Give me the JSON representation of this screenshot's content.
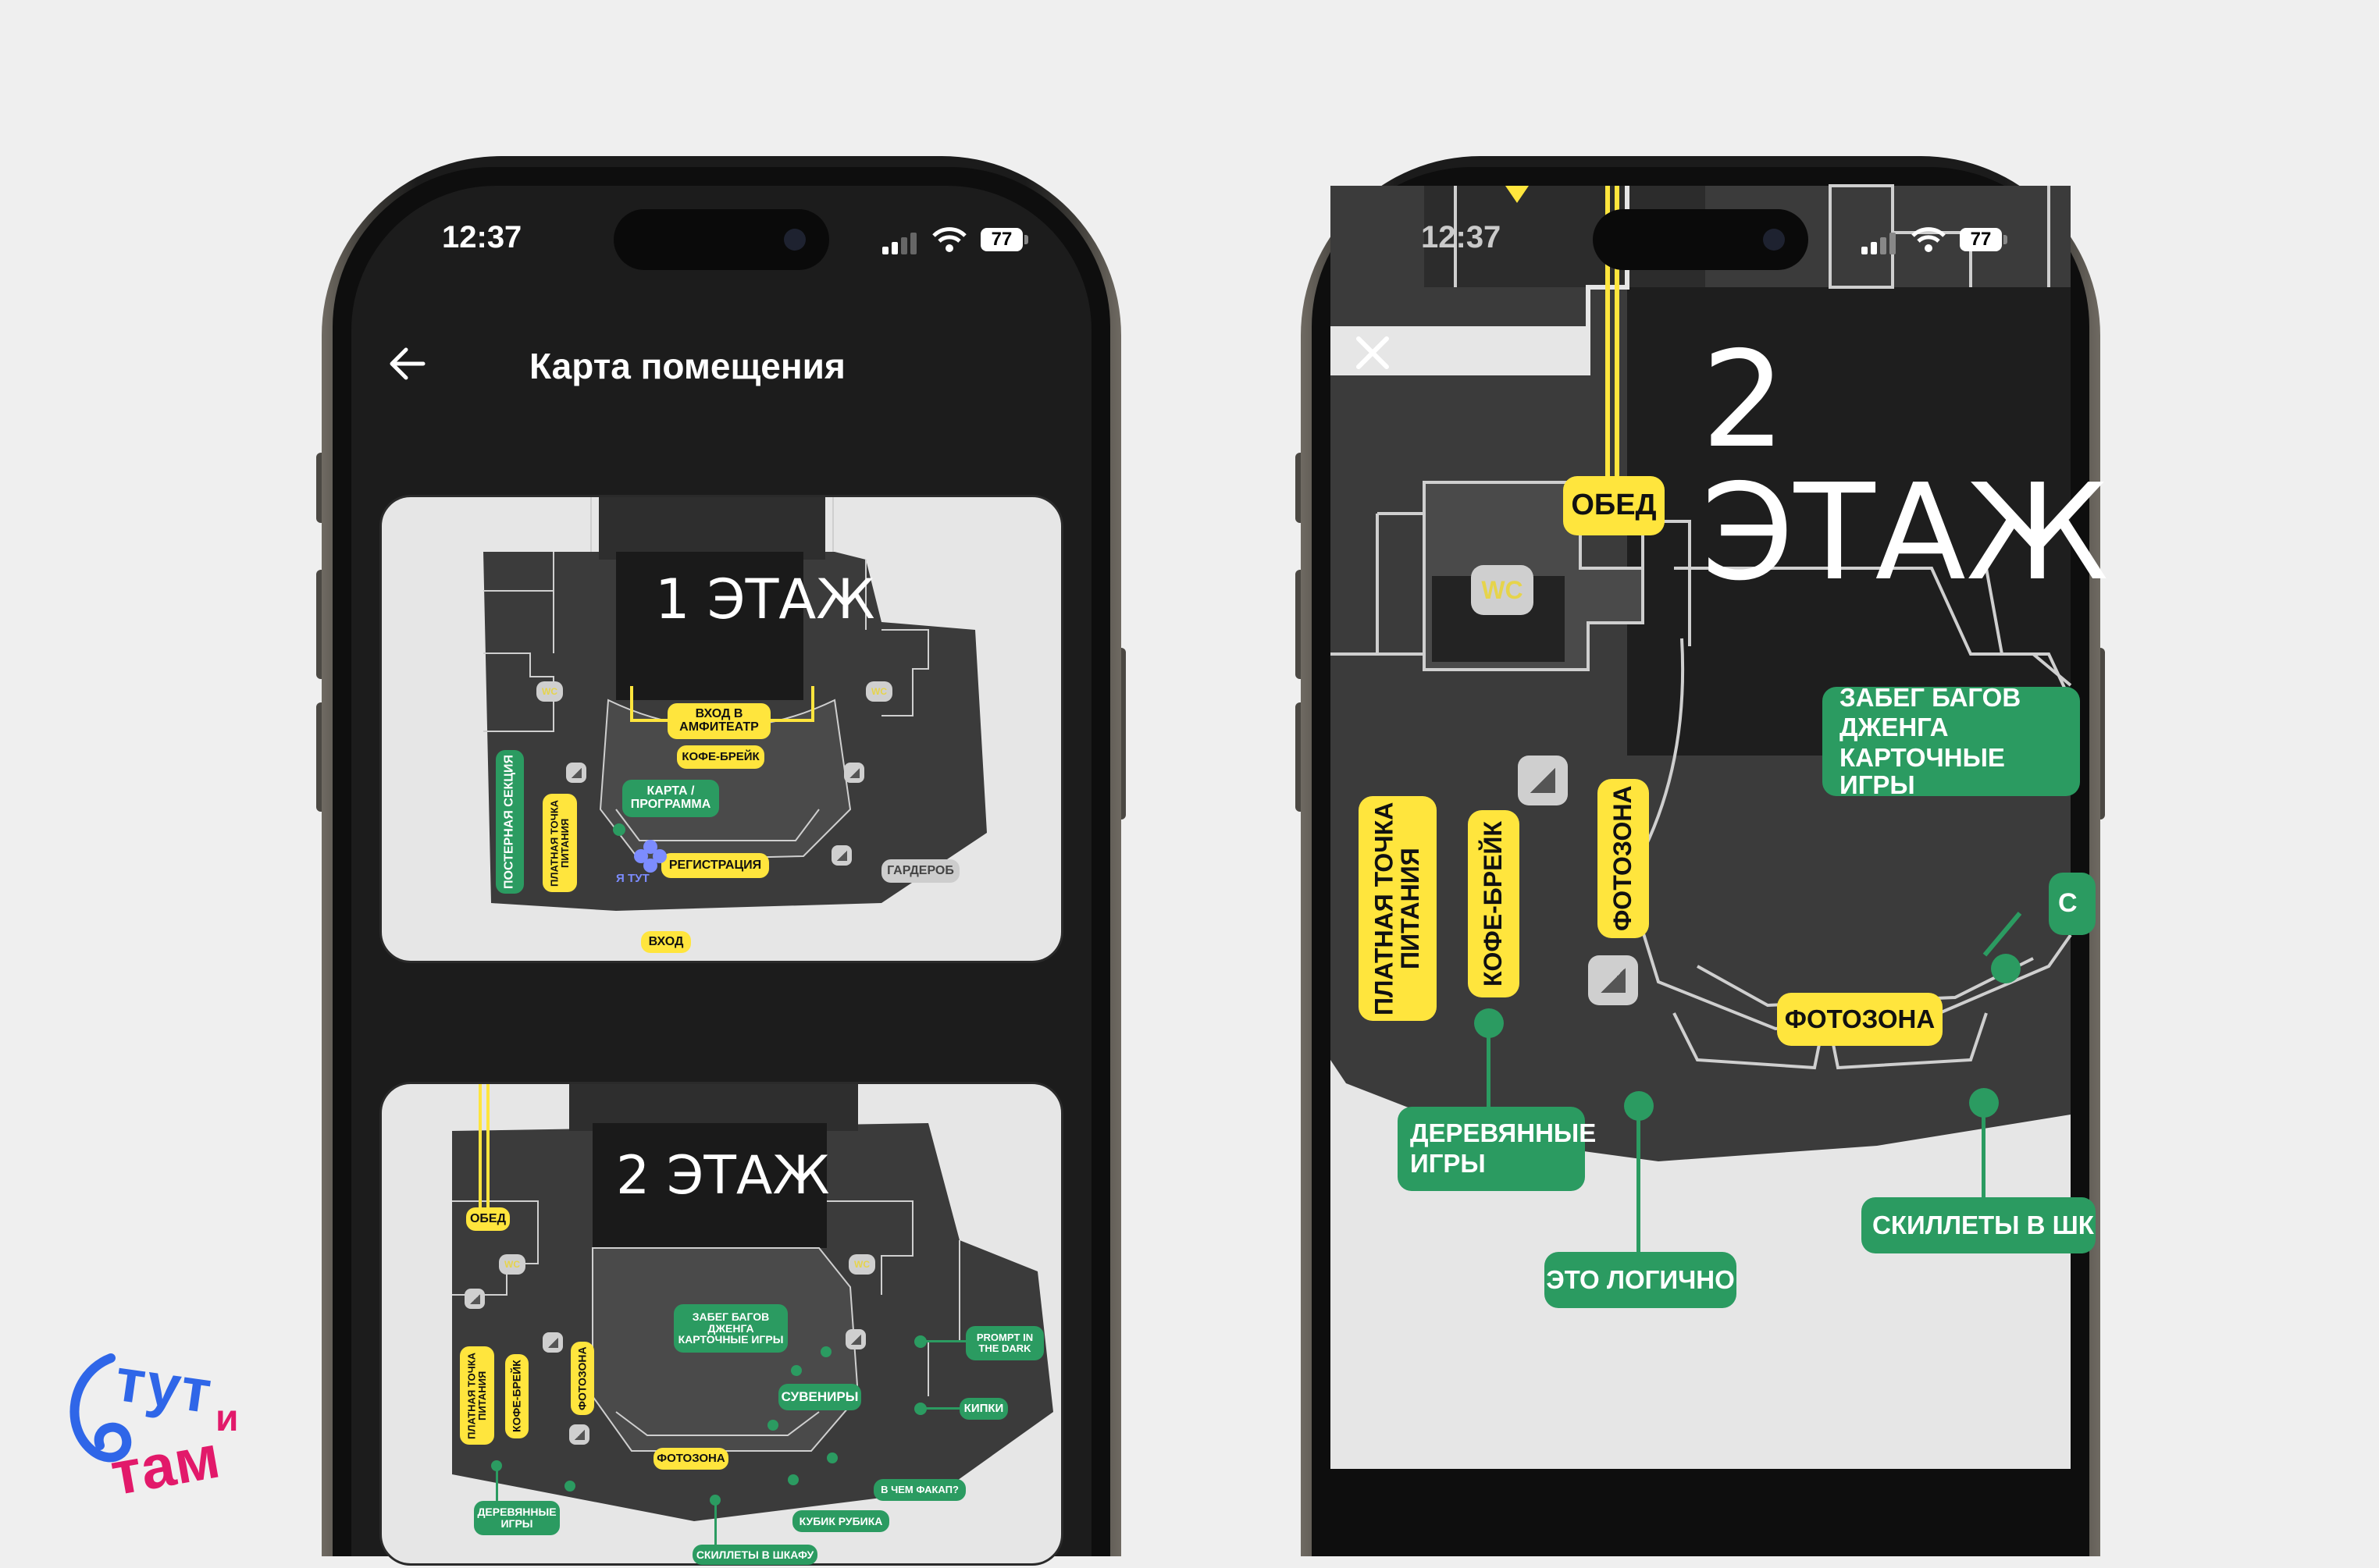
{
  "brand": {
    "line1": "тут",
    "conj": "и",
    "line2": "там",
    "colors": {
      "blue": "#2f66e8",
      "pink": "#e2196a"
    }
  },
  "status": {
    "time": "12:37",
    "battery": "77"
  },
  "left_phone": {
    "header": {
      "title": "Карта помещения"
    },
    "floor1": {
      "title": "1 ЭТАЖ",
      "labels": {
        "amphi": "ВХОД В АМФИТЕАТР",
        "coffee": "КОФЕ-БРЕЙК",
        "map_program": "КАРТА / ПРОГРАММА",
        "registration": "РЕГИСТРАЦИЯ",
        "wardrobe": "ГАРДЕРОБ",
        "entrance": "ВХОД",
        "poster": "ПОСТЕРНАЯ СЕКЦИЯ",
        "paid_food": "ПЛАТНАЯ ТОЧКА ПИТАНИЯ",
        "you_here": "Я ТУТ"
      }
    },
    "floor2": {
      "title": "2 ЭТАЖ",
      "labels": {
        "lunch": "ОБЕД",
        "bugs": "ЗАБЕГ БАГОВ ДЖЕНГА КАРТОЧНЫЕ ИГРЫ",
        "prompt": "PROMPT IN THE DARK",
        "souvenirs": "СУВЕНИРЫ",
        "kipki": "КИПКИ",
        "photozone": "ФОТОЗОНА",
        "whats_fuckup": "В ЧЕМ ФАКАП?",
        "rubik": "КУБИК РУБИКА",
        "wooden": "ДЕРЕВЯННЫЕ ИГРЫ",
        "skillets": "СКИЛЛЕТЫ В ШКАФУ",
        "paid_food": "ПЛАТНАЯ ТОЧКА ПИТАНИЯ",
        "coffee": "КОФЕ-БРЕЙК",
        "photozone_v": "ФОТОЗОНА"
      }
    }
  },
  "right_phone": {
    "floor_title": "2 ЭТАЖ",
    "labels": {
      "lunch": "ОБЕД",
      "wc": "WC",
      "bugs_line1": "ЗАБЕГ БАГОВ",
      "bugs_line2": "ДЖЕНГА",
      "bugs_line3": "КАРТОЧНЫЕ ИГРЫ",
      "paid_food": "ПЛАТНАЯ ТОЧКА ПИТАНИЯ",
      "coffee": "КОФЕ-БРЕЙК",
      "photozone_v": "ФОТОЗОНА",
      "photozone": "ФОТОЗОНА",
      "wooden_line1": "ДЕРЕВЯННЫЕ",
      "wooden_line2": "ИГРЫ",
      "logic": "ЭТО ЛОГИЧНО",
      "skillets": "СКИЛЛЕТЫ В ШК",
      "partial_c": "С"
    }
  }
}
